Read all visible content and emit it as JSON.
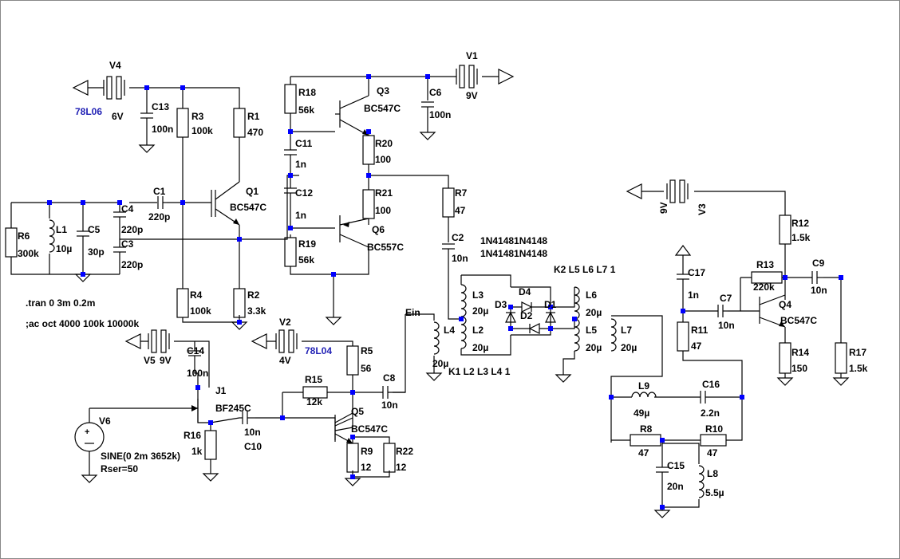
{
  "colors": {
    "background": "#ffffff",
    "wire": "#000000",
    "junction": "#0000ff",
    "net_label": "#1f1fb4"
  },
  "labels": {
    "V4": "V4",
    "V4v": "6V",
    "U78L06": "78L06",
    "C13": "C13",
    "C13v": "100n",
    "R3": "R3",
    "R3v": "100k",
    "R1": "R1",
    "R1v": "470",
    "R18": "R18",
    "R18v": "56k",
    "Q3": "Q3",
    "Q3m": "BC547C",
    "C6": "C6",
    "C6v": "100n",
    "V1": "V1",
    "V1v": "9V",
    "C11": "C11",
    "C11v": "1n",
    "R20": "R20",
    "R20v": "100",
    "C1": "C1",
    "C1v": "220p",
    "Q1": "Q1",
    "Q1m": "BC547C",
    "C12": "C12",
    "C12v": "1n",
    "R21": "R21",
    "R21v": "100",
    "R7": "R7",
    "R7v": "47",
    "C4": "C4",
    "C4v": "220p",
    "C3": "C3",
    "C3v": "220p",
    "L1": "L1",
    "L1v": "10µ",
    "C5": "C5",
    "C5v": "30p",
    "R6": "R6",
    "R6v": "300k",
    "R19": "R19",
    "R19v": "56k",
    "Q6": "Q6",
    "Q6m": "BC557C",
    "C2": "C2",
    "C2v": "10n",
    "diode1": "1N41481N4148",
    "diode2": "1N41481N4148",
    "k2": "K2 L5 L6 L7 1",
    "R4": "R4",
    "R4v": "100k",
    "R2": "R2",
    "R2v": "3.3k",
    "tran": ".tran 0 3m 0.2m",
    "ac": ";ac oct 4000 100k 10000k",
    "L3": "L3",
    "L3v": "20µ",
    "D3": "D3",
    "D4": "D4",
    "D1": "D1",
    "D2": "D2",
    "L6": "L6",
    "L6v": "20µ",
    "V2": "V2",
    "V2v": "4V",
    "U78L04": "78L04",
    "Ein": "Ein",
    "L4": "L4",
    "L4v": "20µ",
    "L2": "L2",
    "L2v": "20µ",
    "L5": "L5",
    "L5v": "20µ",
    "L7": "L7",
    "L7v": "20µ",
    "k1": "K1 L2 L3 L4 1",
    "V5": "V5",
    "V5v": "9V",
    "C14": "C14",
    "C14v": "100n",
    "R5": "R5",
    "R5v": "56",
    "J1": "J1",
    "J1m": "BF245C",
    "R15": "R15",
    "R15v": "12k",
    "C8": "C8",
    "C8v": "10n",
    "V6": "V6",
    "sine": "SINE(0 2m 3652k)",
    "rser": "Rser=50",
    "R16": "R16",
    "R16v": "1k",
    "C10v": "10n",
    "C10": "C10",
    "Q5": "Q5",
    "Q5m": "BC547C",
    "R9": "R9",
    "R9v": "12",
    "R22": "R22",
    "R22v": "12",
    "V3": "V3",
    "V3v": "9V",
    "R12": "R12",
    "R12v": "1.5k",
    "R13": "R13",
    "R13v": "220k",
    "C9": "C9",
    "C9v": "10n",
    "C17": "C17",
    "C17v": "1n",
    "C7": "C7",
    "C7v": "10n",
    "Q4": "Q4",
    "Q4m": "BC547C",
    "R11": "R11",
    "R11v": "47",
    "R14": "R14",
    "R14v": "150",
    "R17": "R17",
    "R17v": "1.5k",
    "L9": "L9",
    "L9v": "49µ",
    "C16": "C16",
    "C16v": "2.2n",
    "R8": "R8",
    "R8v": "47",
    "R10": "R10",
    "R10v": "47",
    "C15": "C15",
    "C15v": "20n",
    "L8": "L8",
    "L8v": "5.5µ"
  }
}
